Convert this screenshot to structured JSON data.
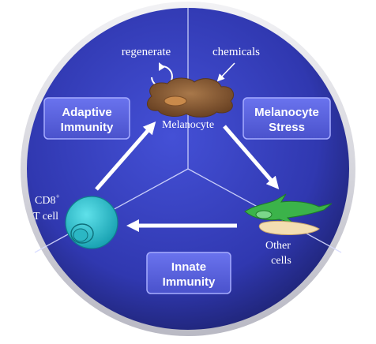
{
  "diagram": {
    "labels": {
      "regenerate": "regenerate",
      "chemicals": "chemicals",
      "melanocyte": "Melanocyte",
      "cd8_line1": "CD8",
      "cd8_sup": "+",
      "cd8_line2": "T cell",
      "other_line1": "Other",
      "other_line2": "cells"
    },
    "boxes": {
      "adaptive": [
        "Adaptive",
        "Immunity"
      ],
      "stress": [
        "Melanocyte",
        "Stress"
      ],
      "innate": [
        "Innate",
        "Immunity"
      ]
    },
    "colors": {
      "disc_center": "#3a46c8",
      "disc_edge": "#1e2477",
      "box_fill": "#5a63e0",
      "box_stroke": "#9aa0f5",
      "text_light": "#ffffff",
      "melanocyte": "#8a5a32",
      "tcell": "#33c9d4",
      "fibroblast": "#3bb34a",
      "other_cell": "#f3deb2"
    }
  }
}
